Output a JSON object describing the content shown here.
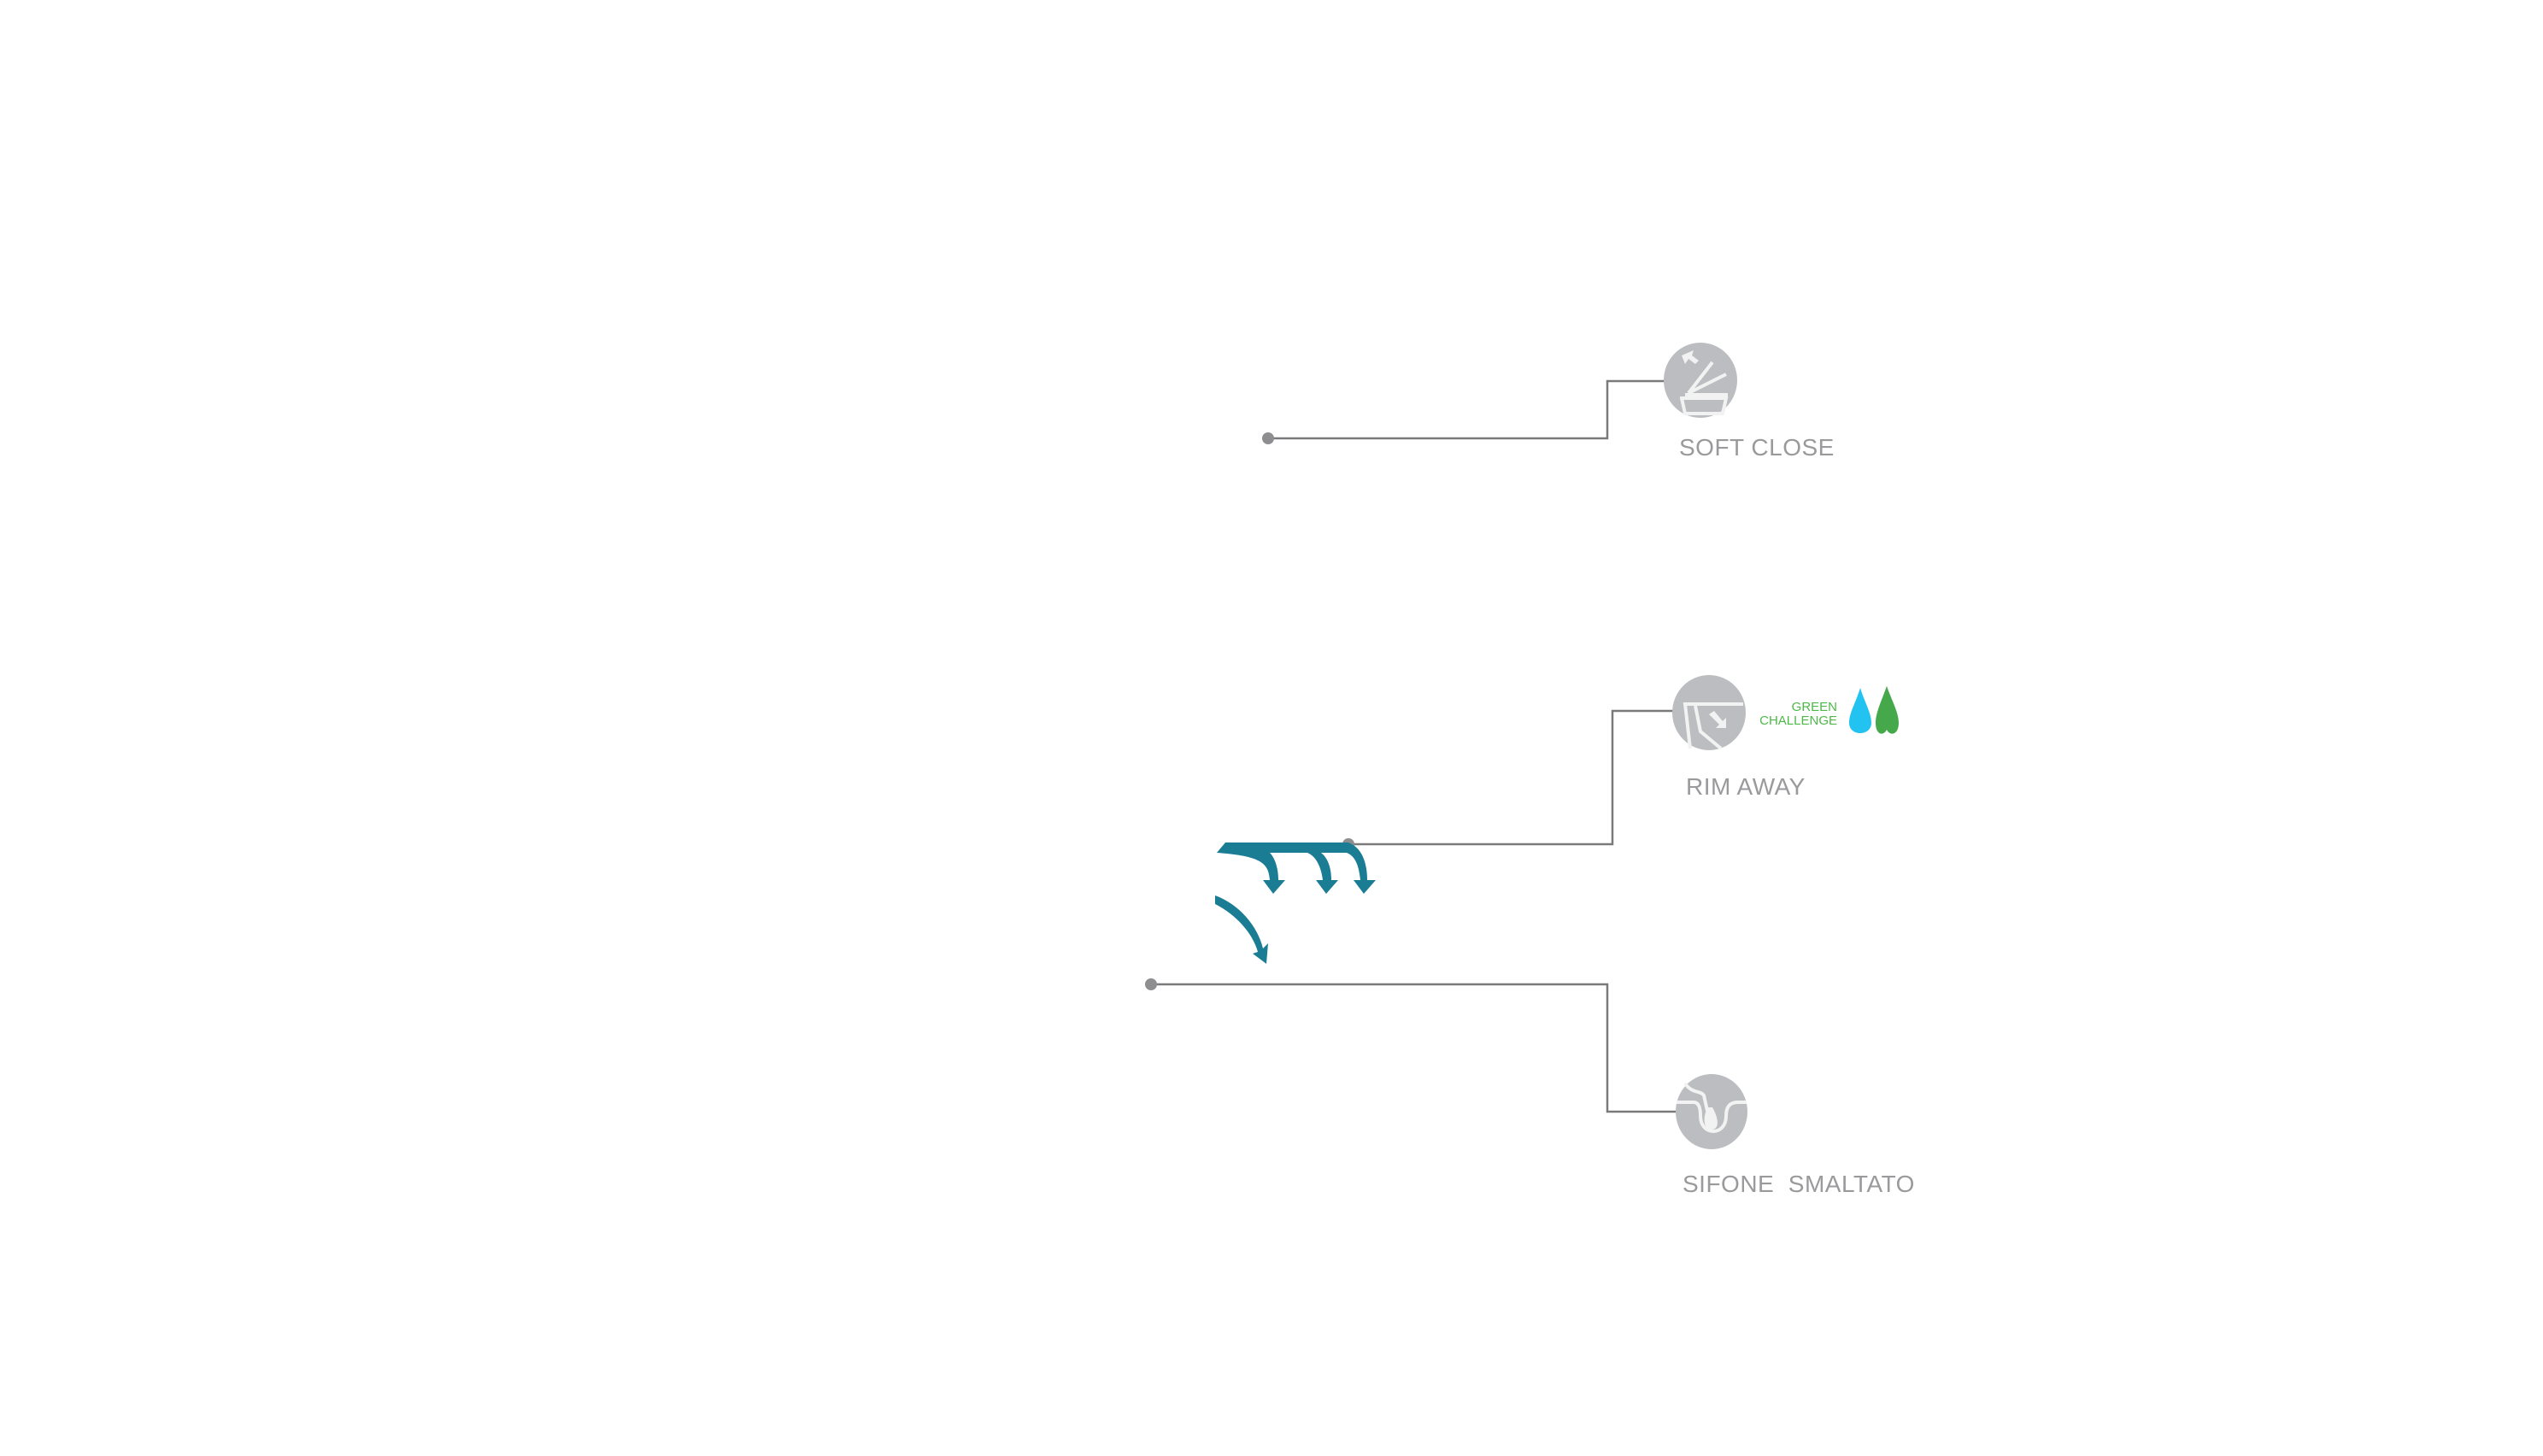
{
  "features": [
    {
      "label": "SOFT CLOSE",
      "icon": "soft-close-icon"
    },
    {
      "label": "RIM AWAY",
      "icon": "rim-away-icon",
      "badge": {
        "line1": "GREEN",
        "line2": "CHALLENGE",
        "icon": "water-leaf-drops-icon"
      }
    },
    {
      "label": "SIFONE  SMALTATO",
      "icon": "enamelled-siphon-icon"
    }
  ],
  "colors": {
    "flow_arrows": "#1a7d94",
    "text": "#9a9a9c",
    "green": "#4db848",
    "blue_drop": "#22c3f0",
    "green_drop": "#45a84b"
  }
}
